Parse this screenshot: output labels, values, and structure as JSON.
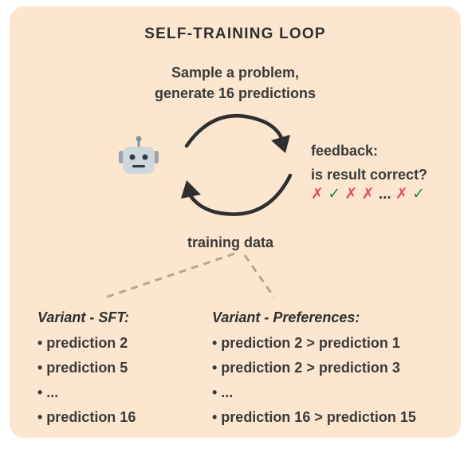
{
  "title": "SELF-TRAINING LOOP",
  "sample_text": [
    "Sample a problem,",
    "generate 16 predictions"
  ],
  "feedback_text": [
    "feedback:",
    "is result correct?"
  ],
  "feedback_marks": [
    "✗",
    "✓",
    "✗",
    "✗",
    "...",
    "✗",
    "✓"
  ],
  "training_data_label": "training data",
  "variant_sft": {
    "title": "Variant - SFT:",
    "items": [
      "• prediction 2",
      "• prediction 5",
      "• ...",
      "• prediction 16"
    ]
  },
  "variant_preferences": {
    "title": "Variant - Preferences:",
    "items": [
      "• prediction 2 > prediction 1",
      "• prediction 2 > prediction 3",
      "• ...",
      "• prediction 16 > prediction 15"
    ]
  },
  "colors": {
    "card_background": "#fce6cf",
    "wrong_mark": "#e64a5e",
    "correct_mark": "#1f8a2e",
    "dashed_connector": "#b8a58c"
  },
  "icons": [
    "robot-icon",
    "cycle-arrow-top-icon",
    "cycle-arrow-bottom-icon"
  ]
}
